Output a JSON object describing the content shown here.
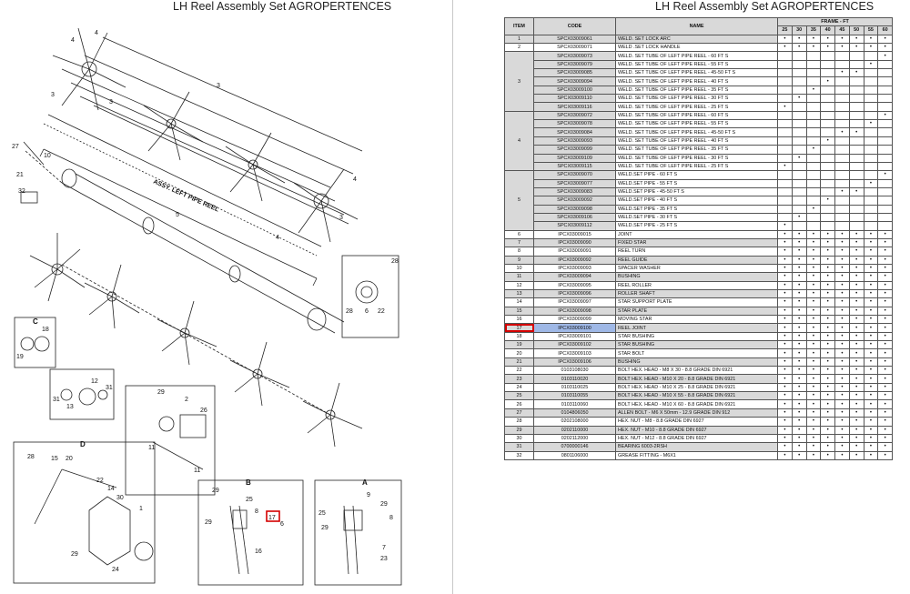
{
  "left_title": "LH Reel Assembly Set AGROPERTENCES",
  "right_title": "LH Reel Assembly Set AGROPERTENCES",
  "diagram": {
    "assy_label": "ASSY. LEFT PIPE REEL",
    "callouts": [
      "1",
      "2",
      "3",
      "4",
      "5",
      "6",
      "7",
      "8",
      "9",
      "10",
      "11",
      "12",
      "13",
      "14",
      "15",
      "16",
      "17",
      "18",
      "19",
      "20",
      "21",
      "22",
      "23",
      "24",
      "25",
      "26",
      "27",
      "28",
      "29",
      "30",
      "31",
      "32"
    ],
    "view_letters": [
      "A",
      "B",
      "C",
      "D"
    ],
    "highlighted_callout": "17"
  },
  "table": {
    "headers": {
      "item": "ITEM",
      "code": "CODE",
      "name": "NAME",
      "frame": "FRAME - FT"
    },
    "frame_sizes": [
      "25",
      "30",
      "35",
      "40",
      "45",
      "50",
      "55",
      "60"
    ],
    "dot_char": "•",
    "rows": [
      {
        "item": "1",
        "code": "SPCX03009061",
        "name": "WELD. SET LOCK ARC",
        "dots": [
          1,
          1,
          1,
          1,
          1,
          1,
          1,
          1
        ]
      },
      {
        "item": "2",
        "code": "SPCX03009071",
        "name": "WELD .SET LOCK HANDLE",
        "dots": [
          1,
          1,
          1,
          1,
          1,
          1,
          1,
          1
        ]
      },
      {
        "item": "3",
        "code": "SPCX03009073",
        "name": "WELD. SET TUBE OF LEFT PIPE REEL - 60 FT S",
        "dots": [
          0,
          0,
          0,
          0,
          0,
          0,
          0,
          1
        ]
      },
      {
        "item": "",
        "code": "SPCX03009079",
        "name": "WELD. SET TUBE OF LEFT PIPE REEL - 55 FT S",
        "dots": [
          0,
          0,
          0,
          0,
          0,
          0,
          1,
          0
        ]
      },
      {
        "item": "",
        "code": "SPCX03009085",
        "name": "WELD. SET TUBE OF LEFT PIPE REEL - 45-50 FT S",
        "dots": [
          0,
          0,
          0,
          0,
          1,
          1,
          0,
          0
        ]
      },
      {
        "item": "",
        "code": "SPCX03009094",
        "name": "WELD. SET TUBE OF LEFT PIPE REEL - 40 FT S",
        "dots": [
          0,
          0,
          0,
          1,
          0,
          0,
          0,
          0
        ]
      },
      {
        "item": "",
        "code": "SPCX03009100",
        "name": "WELD. SET TUBE OF LEFT PIPE REEL - 35 FT S",
        "dots": [
          0,
          0,
          1,
          0,
          0,
          0,
          0,
          0
        ]
      },
      {
        "item": "",
        "code": "SPCX03009110",
        "name": "WELD. SET TUBE OF LEFT PIPE REEL - 30 FT S",
        "dots": [
          0,
          1,
          0,
          0,
          0,
          0,
          0,
          0
        ]
      },
      {
        "item": "",
        "code": "SPCX03009116",
        "name": "WELD. SET TUBE OF LEFT PIPE REEL - 25 FT S",
        "dots": [
          1,
          0,
          0,
          0,
          0,
          0,
          0,
          0
        ]
      },
      {
        "item": "4",
        "code": "SPCX03009072",
        "name": "WELD. SET TUBE OF LEFT PIPE REEL - 60 FT S",
        "dots": [
          0,
          0,
          0,
          0,
          0,
          0,
          0,
          1
        ]
      },
      {
        "item": "",
        "code": "SPCX03009078",
        "name": "WELD. SET TUBE OF LEFT PIPE REEL - 55 FT S",
        "dots": [
          0,
          0,
          0,
          0,
          0,
          0,
          1,
          0
        ]
      },
      {
        "item": "",
        "code": "SPCX03009084",
        "name": "WELD. SET TUBE OF LEFT PIPE REEL - 45-50 FT S",
        "dots": [
          0,
          0,
          0,
          0,
          1,
          1,
          0,
          0
        ]
      },
      {
        "item": "",
        "code": "SPCX03009093",
        "name": "WELD. SET TUBE OF LEFT PIPE REEL - 40 FT S",
        "dots": [
          0,
          0,
          0,
          1,
          0,
          0,
          0,
          0
        ]
      },
      {
        "item": "",
        "code": "SPCX03009099",
        "name": "WELD. SET TUBE OF LEFT PIPE REEL - 35 FT S",
        "dots": [
          0,
          0,
          1,
          0,
          0,
          0,
          0,
          0
        ]
      },
      {
        "item": "",
        "code": "SPCX03009109",
        "name": "WELD. SET TUBE OF LEFT PIPE REEL - 30 FT S",
        "dots": [
          0,
          1,
          0,
          0,
          0,
          0,
          0,
          0
        ]
      },
      {
        "item": "",
        "code": "SPCX03009115",
        "name": "WELD. SET TUBE OF LEFT PIPE REEL - 25 FT S",
        "dots": [
          1,
          0,
          0,
          0,
          0,
          0,
          0,
          0
        ]
      },
      {
        "item": "5",
        "code": "SPCX03009070",
        "name": "WELD.SET PIPE - 60 FT S",
        "dots": [
          0,
          0,
          0,
          0,
          0,
          0,
          0,
          1
        ]
      },
      {
        "item": "",
        "code": "SPCX03009077",
        "name": "WELD.SET PIPE - 55 FT S",
        "dots": [
          0,
          0,
          0,
          0,
          0,
          0,
          1,
          0
        ]
      },
      {
        "item": "",
        "code": "SPCX03009083",
        "name": "WELD.SET PIPE - 45-50 FT S",
        "dots": [
          0,
          0,
          0,
          0,
          1,
          1,
          0,
          0
        ]
      },
      {
        "item": "",
        "code": "SPCX03009092",
        "name": "WELD.SET PIPE - 40 FT S",
        "dots": [
          0,
          0,
          0,
          1,
          0,
          0,
          0,
          0
        ]
      },
      {
        "item": "",
        "code": "SPCX03009098",
        "name": "WELD.SET PIPE - 35 FT S",
        "dots": [
          0,
          0,
          1,
          0,
          0,
          0,
          0,
          0
        ]
      },
      {
        "item": "",
        "code": "SPCX03009106",
        "name": "WELD.SET PIPE - 30 FT S",
        "dots": [
          0,
          1,
          0,
          0,
          0,
          0,
          0,
          0
        ]
      },
      {
        "item": "",
        "code": "SPCX03009112",
        "name": "WELD.SET PIPE - 25 FT S",
        "dots": [
          1,
          0,
          0,
          0,
          0,
          0,
          0,
          0
        ]
      },
      {
        "item": "6",
        "code": "IPCX03009015",
        "name": "JOINT",
        "dots": [
          1,
          1,
          1,
          1,
          1,
          1,
          1,
          1
        ]
      },
      {
        "item": "7",
        "code": "IPCX03009090",
        "name": "FIXED STAR",
        "dots": [
          1,
          1,
          1,
          1,
          1,
          1,
          1,
          1
        ]
      },
      {
        "item": "8",
        "code": "IPCX03009091",
        "name": "REEL TURN",
        "dots": [
          1,
          1,
          1,
          1,
          1,
          1,
          1,
          1
        ]
      },
      {
        "item": "9",
        "code": "IPCX03009092",
        "name": "REEL GUIDE",
        "dots": [
          1,
          1,
          1,
          1,
          1,
          1,
          1,
          1
        ]
      },
      {
        "item": "10",
        "code": "IPCX03009093",
        "name": "SPACER WASHER",
        "dots": [
          1,
          1,
          1,
          1,
          1,
          1,
          1,
          1
        ]
      },
      {
        "item": "11",
        "code": "IPCX03009094",
        "name": "BUSHING",
        "dots": [
          1,
          1,
          1,
          1,
          1,
          1,
          1,
          1
        ]
      },
      {
        "item": "12",
        "code": "IPCX03009095",
        "name": "REEL ROLLER",
        "dots": [
          1,
          1,
          1,
          1,
          1,
          1,
          1,
          1
        ]
      },
      {
        "item": "13",
        "code": "IPCX03009096",
        "name": "ROLLER SHAFT",
        "dots": [
          1,
          1,
          1,
          1,
          1,
          1,
          1,
          1
        ]
      },
      {
        "item": "14",
        "code": "IPCX03009097",
        "name": "STAR SUPPORT PLATE",
        "dots": [
          1,
          1,
          1,
          1,
          1,
          1,
          1,
          1
        ]
      },
      {
        "item": "15",
        "code": "IPCX03009098",
        "name": "STAR PLATE",
        "dots": [
          1,
          1,
          1,
          1,
          1,
          1,
          1,
          1
        ]
      },
      {
        "item": "16",
        "code": "IPCX03009099",
        "name": "MOVING STAR",
        "dots": [
          1,
          1,
          1,
          1,
          1,
          1,
          1,
          1
        ]
      },
      {
        "item": "17",
        "code": "IPCX03009100",
        "name": "REEL JOINT",
        "dots": [
          1,
          1,
          1,
          1,
          1,
          1,
          1,
          1
        ]
      },
      {
        "item": "18",
        "code": "IPCX03009101",
        "name": "STAR BUSHING",
        "dots": [
          1,
          1,
          1,
          1,
          1,
          1,
          1,
          1
        ]
      },
      {
        "item": "19",
        "code": "IPCX03009102",
        "name": "STAR BUSHING",
        "dots": [
          1,
          1,
          1,
          1,
          1,
          1,
          1,
          1
        ]
      },
      {
        "item": "20",
        "code": "IPCX03009103",
        "name": "STAR BOLT",
        "dots": [
          1,
          1,
          1,
          1,
          1,
          1,
          1,
          1
        ]
      },
      {
        "item": "21",
        "code": "IPCX03009106",
        "name": "BUSHING",
        "dots": [
          1,
          1,
          1,
          1,
          1,
          1,
          1,
          1
        ]
      },
      {
        "item": "22",
        "code": "0103108030",
        "name": "BOLT HEX. HEAD - M8 X 30 - 8.8 GRADE DIN 6921",
        "dots": [
          1,
          1,
          1,
          1,
          1,
          1,
          1,
          1
        ]
      },
      {
        "item": "23",
        "code": "0103110020",
        "name": "BOLT HEX. HEAD - M10 X 20 - 8.8 GRADE DIN 6921",
        "dots": [
          1,
          1,
          1,
          1,
          1,
          1,
          1,
          1
        ]
      },
      {
        "item": "24",
        "code": "0103110025",
        "name": "BOLT HEX. HEAD - M10 X 25 - 8.8 GRADE DIN 6921",
        "dots": [
          1,
          1,
          1,
          1,
          1,
          1,
          1,
          1
        ]
      },
      {
        "item": "25",
        "code": "0103110055",
        "name": "BOLT HEX. HEAD - M10 X 55 - 8.8 GRADE DIN 6921",
        "dots": [
          1,
          1,
          1,
          1,
          1,
          1,
          1,
          1
        ]
      },
      {
        "item": "26",
        "code": "0103110060",
        "name": "BOLT HEX. HEAD - M10 X 60 - 8.8 GRADE DIN 6921",
        "dots": [
          1,
          1,
          1,
          1,
          1,
          1,
          1,
          1
        ]
      },
      {
        "item": "27",
        "code": "0104806050",
        "name": "ALLEN BOLT - M6 X 50mm - 12.9 GRADE DIN 912",
        "dots": [
          1,
          1,
          1,
          1,
          1,
          1,
          1,
          1
        ]
      },
      {
        "item": "28",
        "code": "0202108000",
        "name": "HEX. NUT - M8 - 8.8 GRADE DIN 6927",
        "dots": [
          1,
          1,
          1,
          1,
          1,
          1,
          1,
          1
        ]
      },
      {
        "item": "29",
        "code": "0202110000",
        "name": "HEX. NUT - M10 - 8.8 GRADE DIN 6927",
        "dots": [
          1,
          1,
          1,
          1,
          1,
          1,
          1,
          1
        ]
      },
      {
        "item": "30",
        "code": "0202112000",
        "name": "HEX. NUT - M12 - 8.8 GRADE DIN 6927",
        "dots": [
          1,
          1,
          1,
          1,
          1,
          1,
          1,
          1
        ]
      },
      {
        "item": "31",
        "code": "0700000146",
        "name": "BEARING 6003-2RSH",
        "dots": [
          1,
          1,
          1,
          1,
          1,
          1,
          1,
          1
        ]
      },
      {
        "item": "32",
        "code": "0801106000",
        "name": "GREASE FITTING - M6X1",
        "dots": [
          1,
          1,
          1,
          1,
          1,
          1,
          1,
          1
        ]
      }
    ],
    "highlighted_item": "17"
  }
}
